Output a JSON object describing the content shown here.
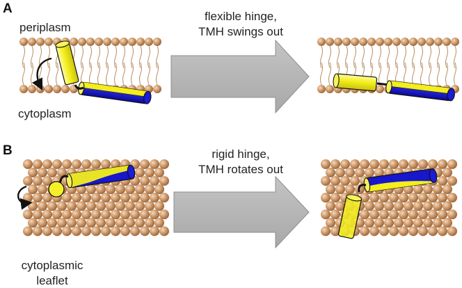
{
  "panels": {
    "a": {
      "letter": "A",
      "label_top": "periplasm",
      "label_bottom": "cytoplasm",
      "caption_line1": "flexible hinge,",
      "caption_line2": "TMH swings out"
    },
    "b": {
      "letter": "B",
      "caption_line1": "rigid hinge,",
      "caption_line2": "TMH rotates out",
      "label_bottom_line1": "cytoplasmic",
      "label_bottom_line2": "leaflet"
    }
  },
  "colors": {
    "lipid_head": "#c8956a",
    "helix_yellow": "#f5f020",
    "helix_blue": "#1414c8",
    "arrow_fill": "#b7b7b7",
    "arrow_stroke": "#8c8c8c"
  }
}
